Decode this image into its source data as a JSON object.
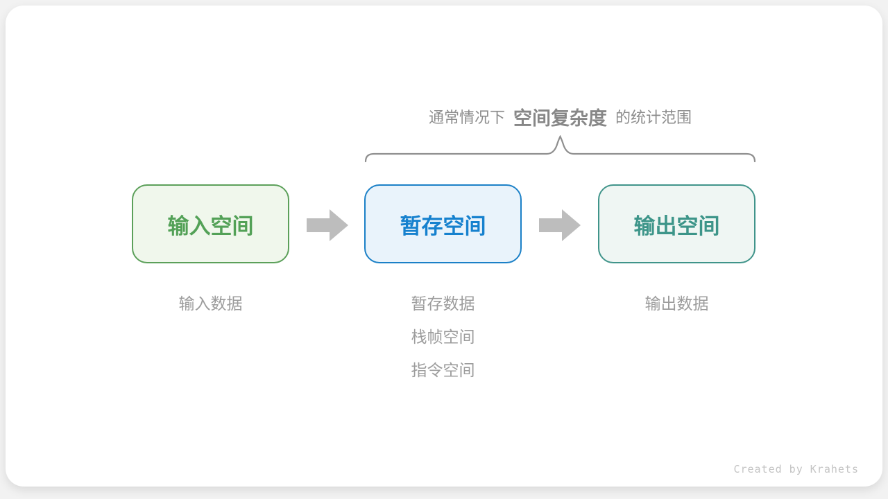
{
  "title": {
    "prefix": "通常情况下",
    "highlight": "空间复杂度",
    "suffix": "的统计范围"
  },
  "boxes": [
    {
      "id": "input-space",
      "label": "输入空间",
      "border_color": "#5CA05A",
      "text_color": "#53A157",
      "bg_color": "#F0F7EC"
    },
    {
      "id": "temp-space",
      "label": "暂存空间",
      "border_color": "#1B80C7",
      "text_color": "#1681CE",
      "bg_color": "#E9F3FB"
    },
    {
      "id": "output-space",
      "label": "输出空间",
      "border_color": "#40948A",
      "text_color": "#3D9589",
      "bg_color": "#EFF6F3"
    }
  ],
  "annotations": {
    "input_items": [
      "输入数据"
    ],
    "temp_items": [
      "暂存数据",
      "栈帧空间",
      "指令空间"
    ],
    "output_items": [
      "输出数据"
    ]
  },
  "icons": {
    "arrow": "right-block-arrow",
    "brace": "top-curly-brace"
  },
  "colors": {
    "page_bg": "#F2F2F2",
    "card_bg": "#FFFFFF",
    "arrow": "#BDBDBD",
    "brace": "#8F8F8F",
    "title_text": "#8C8C8C",
    "label_text": "#9C9C9C",
    "credit_text": "#C4C4C4"
  },
  "footer": {
    "credit": "Created by Krahets"
  }
}
